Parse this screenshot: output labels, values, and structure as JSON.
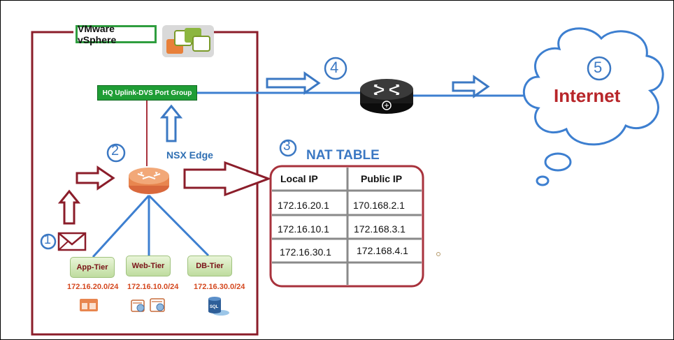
{
  "vsphere_label": "VMware vSphere",
  "port_group_label": "HQ Uplink-DVS Port Group",
  "edge_label": "NSX Edge",
  "nat": {
    "title": "NAT TABLE",
    "headers": [
      "Local IP",
      "Public IP"
    ],
    "rows": [
      [
        "172.16.20.1",
        "170.168.2.1"
      ],
      [
        "172.16.10.1",
        "172.168.3.1"
      ],
      [
        "172.16.30.1",
        "172.168.4.1"
      ]
    ]
  },
  "tiers": [
    {
      "name": "App-Tier",
      "subnet": "172.16.20.0/24"
    },
    {
      "name": "Web-Tier",
      "subnet": "172.16.10.0/24"
    },
    {
      "name": "DB-Tier",
      "subnet": "172.16.30.0/24"
    }
  ],
  "steps": [
    "1",
    "2",
    "3",
    "4",
    "5"
  ],
  "internet_label": "Internet",
  "icons": {
    "vsphere_logo": "vmware-logo-icon",
    "edge": "router-icon",
    "router": "router-icon",
    "packet": "envelope-icon",
    "cloud": "cloud-icon",
    "app": "window-icon",
    "web": "web-server-icon",
    "db": "sql-database-icon"
  },
  "colors": {
    "frame": "#8b1d2a",
    "arrow_blue": "#3b78c3",
    "arrow_red": "#8b1d2a",
    "link": "#3d7fd0",
    "internet": "#b8262a"
  }
}
